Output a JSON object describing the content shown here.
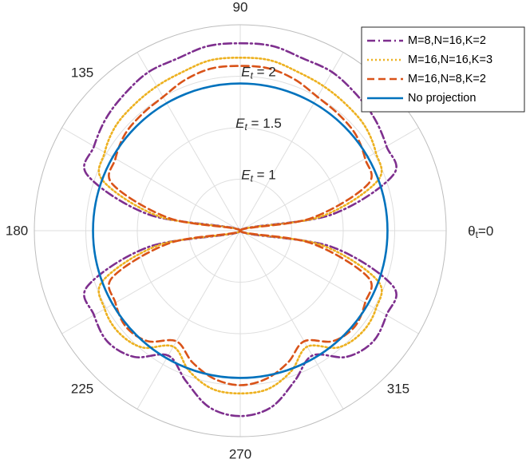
{
  "chart_data": {
    "type": "line",
    "projection": "polar",
    "theta_unit": "degrees",
    "radial_range": [
      0.5,
      2.5
    ],
    "radial_axis_label": "E_t",
    "radial_ticks": [
      {
        "value": 1.0,
        "label_base": "E",
        "label_sub": "t",
        "label_rest": " = 1"
      },
      {
        "value": 1.5,
        "label_base": "E",
        "label_sub": "t",
        "label_rest": " = 1.5"
      },
      {
        "value": 2.0,
        "label_base": "E",
        "label_sub": "t",
        "label_rest": " = 2"
      }
    ],
    "angular_ticks": [
      {
        "angle": 90,
        "label": "90"
      },
      {
        "angle": 135,
        "label": "135"
      },
      {
        "angle": 180,
        "label": "180"
      },
      {
        "angle": 225,
        "label": "225"
      },
      {
        "angle": 270,
        "label": "270"
      },
      {
        "angle": 315,
        "label": "315"
      }
    ],
    "zero_label": {
      "base": "θ",
      "sub": "t",
      "rest": "=0"
    },
    "grid": true,
    "legend_position": "top-right",
    "series": [
      {
        "name": "M=8,N=16,K=2",
        "color": "#7E2F8E",
        "style": "dashdot",
        "theta": [
          0,
          10,
          20,
          30,
          40,
          50,
          60,
          70,
          80,
          90,
          100,
          110,
          120,
          130,
          140,
          150,
          160,
          170,
          180,
          190,
          200,
          210,
          220,
          230,
          240,
          250,
          260,
          270,
          280,
          290,
          300,
          310,
          320,
          330,
          340,
          350,
          360
        ],
        "r": [
          0.5,
          1.4,
          2.08,
          2.14,
          2.2,
          2.24,
          2.28,
          2.28,
          2.32,
          2.32,
          2.32,
          2.28,
          2.28,
          2.24,
          2.2,
          2.14,
          2.08,
          1.4,
          0.5,
          1.4,
          2.08,
          2.14,
          2.18,
          2.1,
          1.9,
          2.05,
          2.24,
          2.3,
          2.24,
          2.05,
          1.9,
          2.1,
          2.18,
          2.14,
          2.08,
          1.4,
          0.5
        ]
      },
      {
        "name": "M=16,N=16,K=3",
        "color": "#EDB120",
        "style": "dotted",
        "theta": [
          0,
          10,
          20,
          30,
          40,
          50,
          60,
          70,
          80,
          90,
          100,
          110,
          120,
          130,
          140,
          150,
          160,
          170,
          180,
          190,
          200,
          210,
          220,
          230,
          240,
          250,
          260,
          270,
          280,
          290,
          300,
          310,
          320,
          330,
          340,
          350,
          360
        ],
        "r": [
          0.5,
          1.3,
          1.92,
          2.02,
          2.08,
          2.1,
          2.12,
          2.14,
          2.18,
          2.18,
          2.18,
          2.14,
          2.12,
          2.1,
          2.08,
          2.02,
          1.92,
          1.3,
          0.5,
          1.3,
          1.92,
          2.02,
          2.04,
          1.98,
          1.8,
          1.95,
          2.06,
          2.08,
          2.06,
          1.95,
          1.8,
          1.98,
          2.04,
          2.02,
          1.92,
          1.3,
          0.5
        ]
      },
      {
        "name": "M=16,N=8,K=2",
        "color": "#D95319",
        "style": "dashed",
        "theta": [
          0,
          10,
          20,
          30,
          40,
          50,
          60,
          70,
          80,
          90,
          100,
          110,
          120,
          130,
          140,
          150,
          160,
          170,
          180,
          190,
          200,
          210,
          220,
          230,
          240,
          250,
          260,
          270,
          280,
          290,
          300,
          310,
          320,
          330,
          340,
          350,
          360
        ],
        "r": [
          0.5,
          1.2,
          1.82,
          1.9,
          1.96,
          1.98,
          2.0,
          2.06,
          2.1,
          2.1,
          2.1,
          2.06,
          2.0,
          1.98,
          1.96,
          1.9,
          1.82,
          1.2,
          0.5,
          1.2,
          1.82,
          1.9,
          1.95,
          1.9,
          1.74,
          1.86,
          1.96,
          2.0,
          1.96,
          1.86,
          1.74,
          1.9,
          1.95,
          1.9,
          1.82,
          1.2,
          0.5
        ]
      },
      {
        "name": "No projection",
        "color": "#0072BD",
        "style": "solid",
        "theta": [
          0,
          30,
          60,
          90,
          120,
          150,
          180,
          210,
          240,
          270,
          300,
          330,
          360
        ],
        "r": [
          1.93,
          1.93,
          1.93,
          1.93,
          1.93,
          1.93,
          1.93,
          1.93,
          1.93,
          1.93,
          1.93,
          1.93,
          1.93
        ]
      }
    ]
  }
}
